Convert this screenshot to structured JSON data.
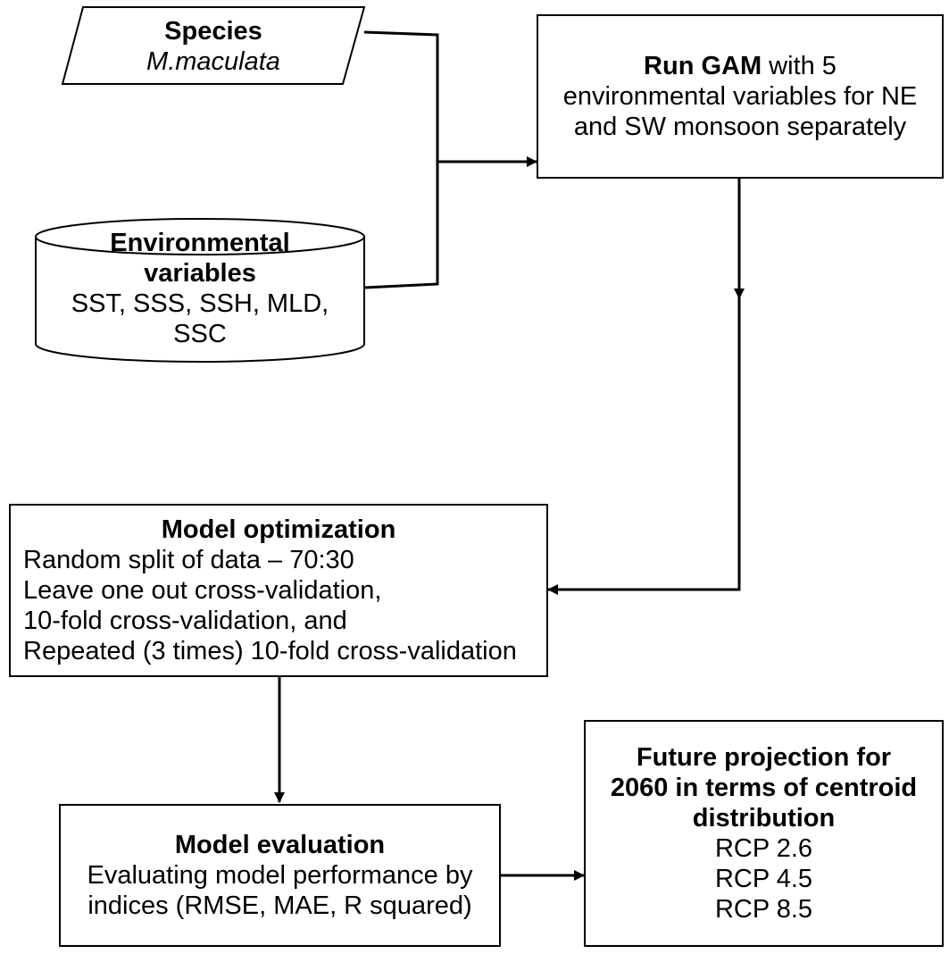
{
  "species": {
    "title": "Species",
    "name": "M.maculata"
  },
  "environment": {
    "title_line1": "Environmental",
    "title_line2": "variables",
    "vars_line1": "SST, SSS, SSH, MLD,",
    "vars_line2": "SSC"
  },
  "gam": {
    "bold": "Run GAM",
    "line1_rest": " with 5",
    "line2": "environmental variables for NE",
    "line3": "and SW monsoon separately"
  },
  "optimization": {
    "title": "Model optimization",
    "lines": [
      "Random split of data – 70:30",
      "Leave one out cross-validation,",
      "10-fold cross-validation, and",
      "Repeated (3 times) 10-fold cross-validation"
    ]
  },
  "evaluation": {
    "title": "Model evaluation",
    "line1": "Evaluating model performance by",
    "line2": "indices (RMSE, MAE, R squared)"
  },
  "projection": {
    "title_lines": [
      "Future projection for",
      "2060 in terms of centroid",
      "distribution"
    ],
    "scenarios": [
      "RCP 2.6",
      "RCP 4.5",
      "RCP 8.5"
    ]
  }
}
